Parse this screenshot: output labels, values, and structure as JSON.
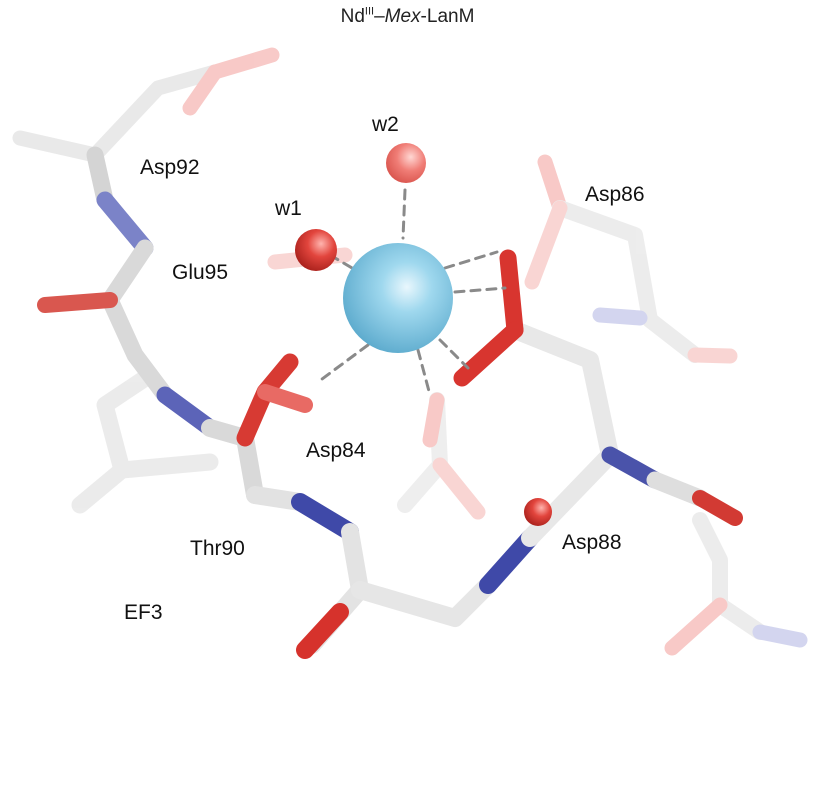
{
  "title": {
    "element": "Nd",
    "oxidation_state": "III",
    "separator": "–",
    "organism": "Mex",
    "protein": "-LanM"
  },
  "labels": {
    "w1": "w1",
    "w2": "w2",
    "asp92": "Asp92",
    "glu95": "Glu95",
    "asp86": "Asp86",
    "asp84": "Asp84",
    "thr90": "Thr90",
    "asp88": "Asp88",
    "ef3": "EF3"
  },
  "colors": {
    "carbon": "#d9d9d9",
    "oxygen": "#e0463f",
    "nitrogen": "#4750b0",
    "metal_ion": "#7ec8e3",
    "water": "#e65a55",
    "coordination_bond": "#8a8a8a"
  },
  "icons": {
    "metal_ion": "nd-ion-sphere",
    "water": "water-oxygen-sphere"
  }
}
